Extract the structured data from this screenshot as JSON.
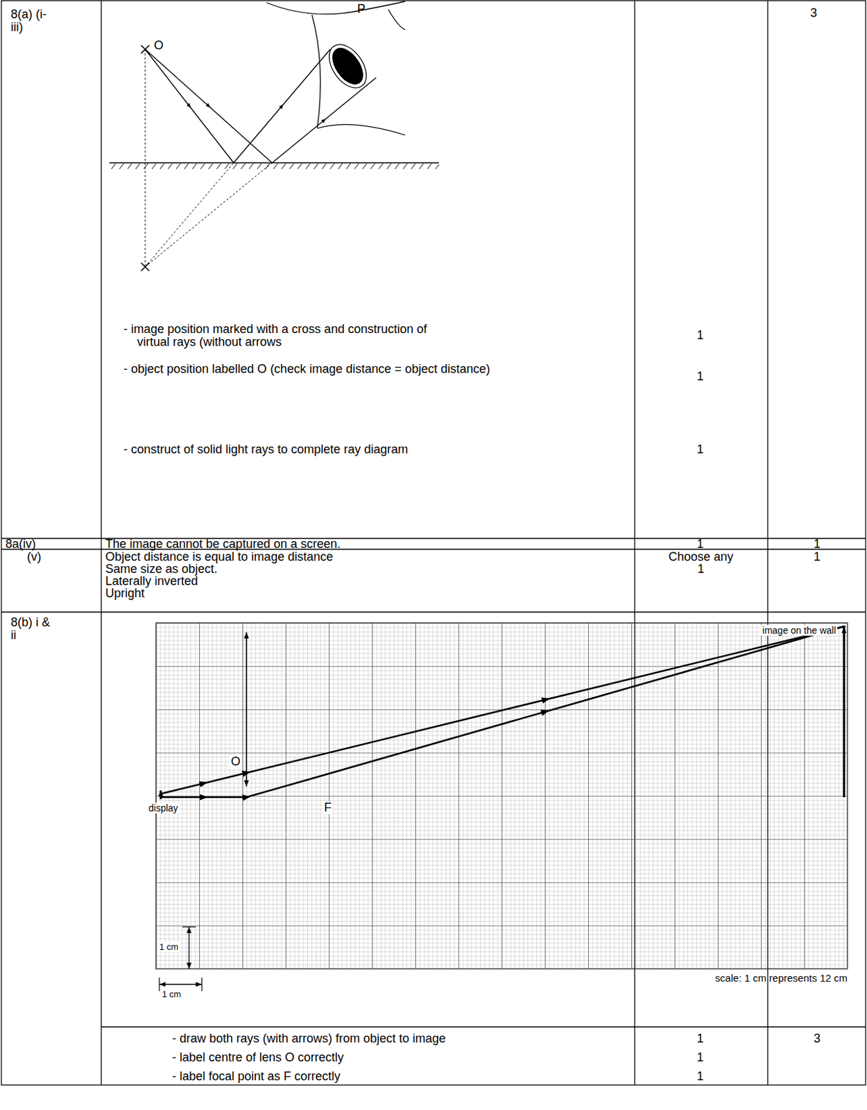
{
  "diagram": {
    "labels": [
      "8(a) (i-iii)",
      "P",
      "O",
      "3",
      "- image position marked with a cross and construction of virtual rays (without arrows",
      "1",
      "- object position labelled O (check image distance = object distance)",
      "1",
      "- construct of solid light rays to complete ray diagram",
      "1",
      "8a(iv)",
      "The image cannot be captured on a screen.",
      "1",
      "1",
      "(v)",
      "Object distance is equal to image distance",
      "Same size as object.",
      "Laterally inverted",
      "Upright",
      "Choose any",
      "1",
      "1",
      "8(b) i & ii",
      "image on the wall",
      "O",
      "display",
      "F",
      "1 cm",
      "1 cm",
      "scale: 1 cm represents 12 cm",
      "- draw both rays (with arrows) from object to image",
      "1",
      "3",
      "- label centre of lens O correctly",
      "1",
      "- label focal point as F correctly",
      "1"
    ]
  }
}
